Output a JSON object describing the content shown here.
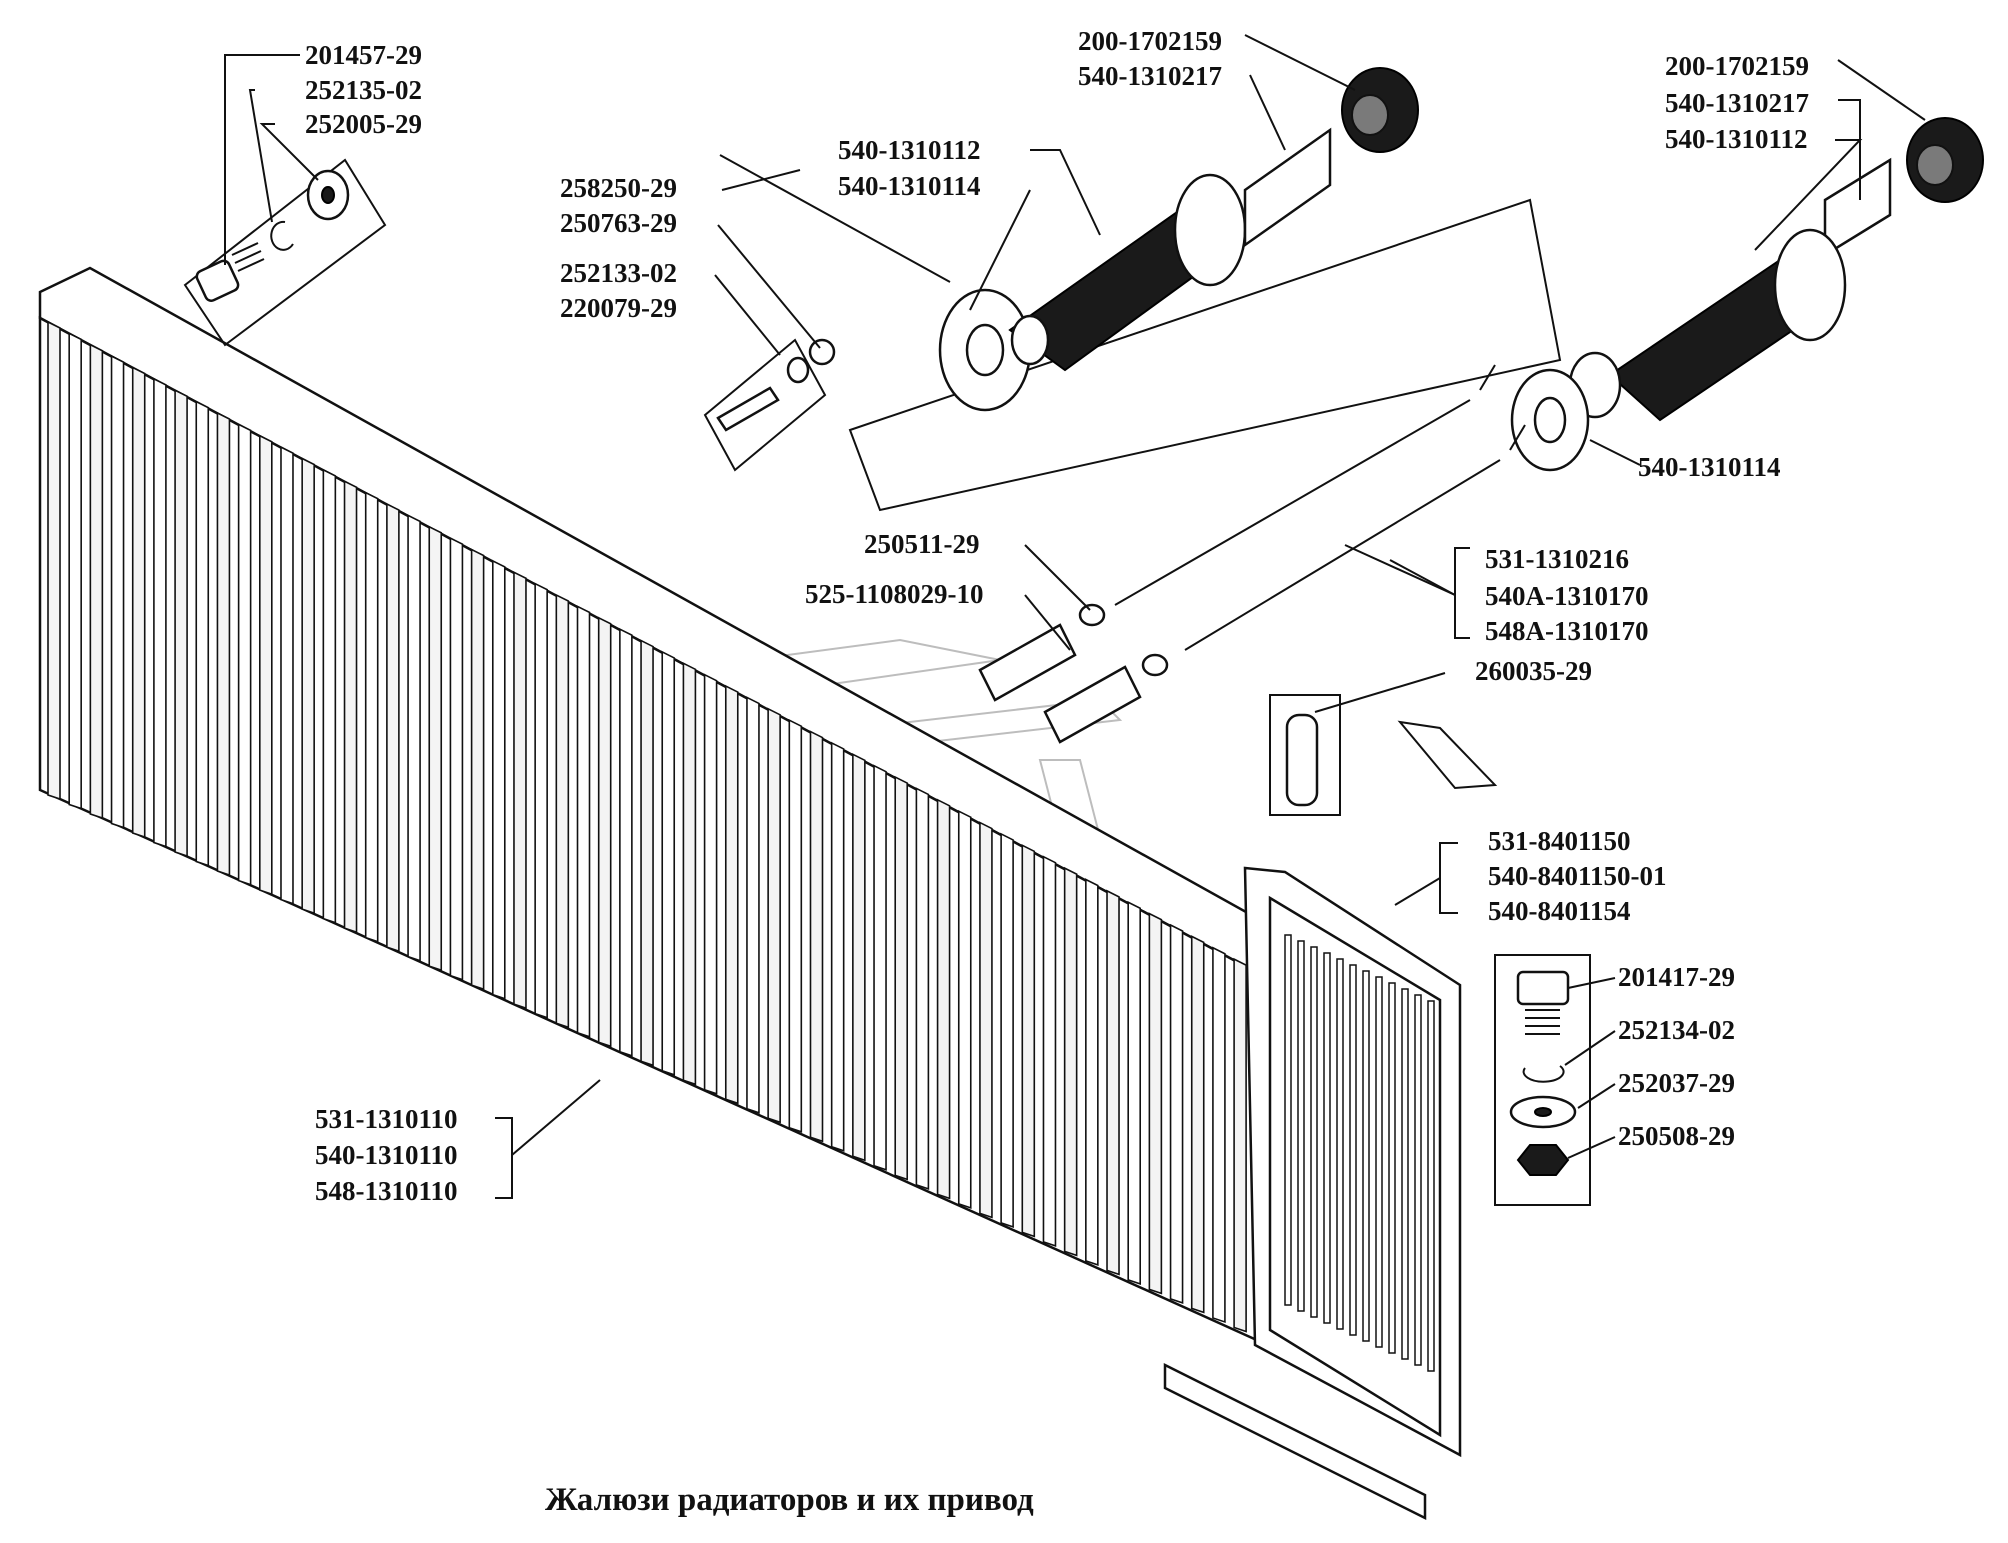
{
  "title": "Жалюзи радиаторов и их привод",
  "colors": {
    "ink": "#111111",
    "paper": "#ffffff",
    "watermark": "#bdbdbd"
  },
  "parts": {
    "topleft_1": "201457-29",
    "topleft_2": "252135-02",
    "topleft_3": "252005-29",
    "rod_1": "258250-29",
    "rod_2": "250763-29",
    "screw_1": "252133-02",
    "screw_2": "220079-29",
    "boot_1": "540-1310112",
    "boot_2": "540-1310114",
    "cap_a_1": "200-1702159",
    "cap_a_2": "540-1310217",
    "cap_b_1": "200-1702159",
    "cap_b_2": "540-1310217",
    "cap_b_3": "540-1310112",
    "flange_right": "540-1310114",
    "nut_small": "250511-29",
    "fork": "525-1108029-10",
    "rods_1": "531-1310216",
    "rods_2": "540А-1310170",
    "rods_3": "548А-1310170",
    "pin": "260035-29",
    "shutter_1": "531-1310110",
    "shutter_2": "540-1310110",
    "shutter_3": "548-1310110",
    "frame_1": "531-8401150",
    "frame_2": "540-8401150-01",
    "frame_3": "540-8401154",
    "bolt_r_1": "201417-29",
    "bolt_r_2": "252134-02",
    "bolt_r_3": "252037-29",
    "bolt_r_4": "250508-29"
  }
}
